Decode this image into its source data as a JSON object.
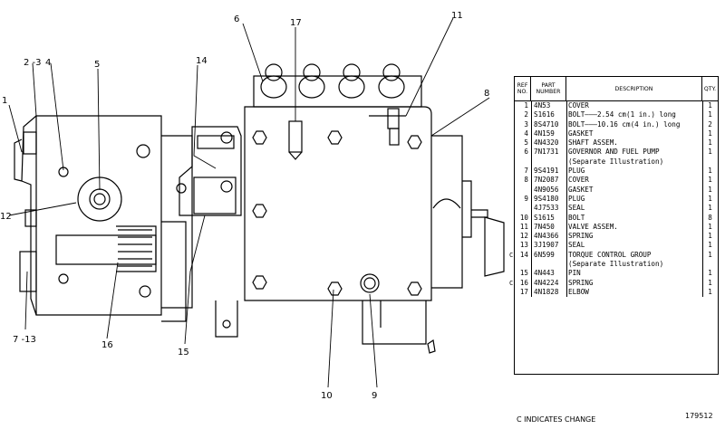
{
  "callouts": [
    "1",
    "2 -3",
    "4",
    "5",
    "6",
    "17",
    "11",
    "14",
    "8",
    "12",
    "7 -13",
    "16",
    "15",
    "10",
    "9"
  ],
  "table": {
    "headers": {
      "ref": "REF\nNO.",
      "part": "PART\nNUMBER",
      "desc": "DESCRIPTION",
      "qty": "QTY."
    },
    "rows": [
      {
        "mark": "",
        "ref": "1",
        "part": "4N53",
        "desc": "COVER",
        "qty": "1"
      },
      {
        "mark": "",
        "ref": "2",
        "part": "S1616",
        "desc": "BOLT———2.54 cm(1 in.) long",
        "qty": "1"
      },
      {
        "mark": "",
        "ref": "3",
        "part": "8S4710",
        "desc": "BOLT———10.16 cm(4 in.) long",
        "qty": "2"
      },
      {
        "mark": "",
        "ref": "4",
        "part": "4N159",
        "desc": "GASKET",
        "qty": "1"
      },
      {
        "mark": "",
        "ref": "5",
        "part": "4N4320",
        "desc": "SHAFT ASSEM.",
        "qty": "1"
      },
      {
        "mark": "",
        "ref": "6",
        "part": "7N1731",
        "desc": "GOVERNOR AND FUEL PUMP",
        "qty": "1"
      },
      {
        "mark": "",
        "ref": "",
        "part": "",
        "desc": "(Separate Illustration)",
        "qty": ""
      },
      {
        "mark": "",
        "ref": "7",
        "part": "9S4191",
        "desc": "PLUG",
        "qty": "1"
      },
      {
        "mark": "",
        "ref": "8",
        "part": "7N2087",
        "desc": "COVER",
        "qty": "1"
      },
      {
        "mark": "",
        "ref": "",
        "part": "4N9056",
        "desc": "GASKET",
        "qty": "1"
      },
      {
        "mark": "",
        "ref": "9",
        "part": "9S4180",
        "desc": "PLUG",
        "qty": "1"
      },
      {
        "mark": "",
        "ref": "",
        "part": "4J7533",
        "desc": "SEAL",
        "qty": "1"
      },
      {
        "mark": "",
        "ref": "10",
        "part": "S1615",
        "desc": "BOLT",
        "qty": "8"
      },
      {
        "mark": "",
        "ref": "11",
        "part": "7N450",
        "desc": "VALVE ASSEM.",
        "qty": "1"
      },
      {
        "mark": "",
        "ref": "12",
        "part": "4N4366",
        "desc": "SPRING",
        "qty": "1"
      },
      {
        "mark": "",
        "ref": "13",
        "part": "3J1907",
        "desc": "SEAL",
        "qty": "1"
      },
      {
        "mark": "C",
        "ref": "14",
        "part": "6N599",
        "desc": "TORQUE CONTROL GROUP",
        "qty": "1"
      },
      {
        "mark": "",
        "ref": "",
        "part": "",
        "desc": "(Separate Illustration)",
        "qty": ""
      },
      {
        "mark": "",
        "ref": "15",
        "part": "4N443",
        "desc": "PIN",
        "qty": "1"
      },
      {
        "mark": "C",
        "ref": "16",
        "part": "4N4224",
        "desc": "SPRING",
        "qty": "1"
      },
      {
        "mark": "",
        "ref": "17",
        "part": "4N1828",
        "desc": "ELBOW",
        "qty": "1"
      }
    ]
  },
  "footer_note": "C INDICATES CHANGE",
  "drawing_id": "179512"
}
